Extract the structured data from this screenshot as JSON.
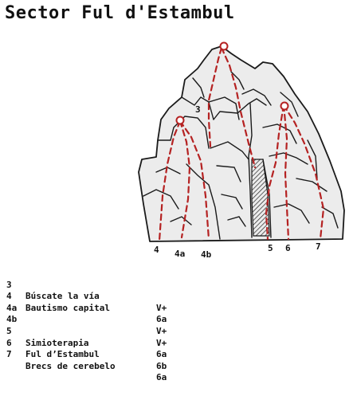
{
  "title": "Sector Ful d'Estambul",
  "topo": {
    "sector_label": "3",
    "route_labels": [
      "4",
      "4a",
      "4b",
      "5",
      "6",
      "7"
    ],
    "route_color": "#b52222"
  },
  "legend": [
    {
      "num": "3",
      "name": "Búscate la vía",
      "grade": "V+"
    },
    {
      "num": "4",
      "name": "Bautismo capital",
      "grade": "6a"
    },
    {
      "num": "4a",
      "name": "",
      "grade": "V+"
    },
    {
      "num": "4b",
      "name": "",
      "grade": "V+"
    },
    {
      "num": "5",
      "name": "Simioterapia",
      "grade": "6a"
    },
    {
      "num": "6",
      "name": "Ful d’Estambul",
      "grade": "6b"
    },
    {
      "num": "7",
      "name": "Brecs de cerebelo",
      "grade": "6a"
    }
  ]
}
